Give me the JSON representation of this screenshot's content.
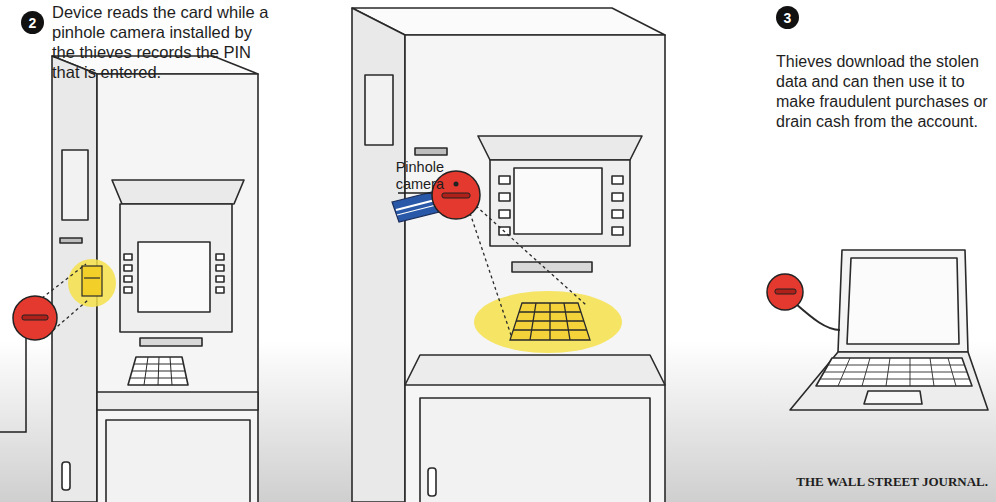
{
  "diagram": {
    "nodes": [
      {
        "text": [
          "2"
        ]
      },
      {
        "text": [
          "3"
        ]
      }
    ],
    "labels": [
      "Device reads the card while a pinhole camera installed by the thieves records the PIN that is entered.",
      "Pinhole camera",
      "Thieves download the stolen data and can then use it to make fraudulent purchases or drain cash from the account.",
      "THE WALL STREET JOURNAL."
    ]
  }
}
